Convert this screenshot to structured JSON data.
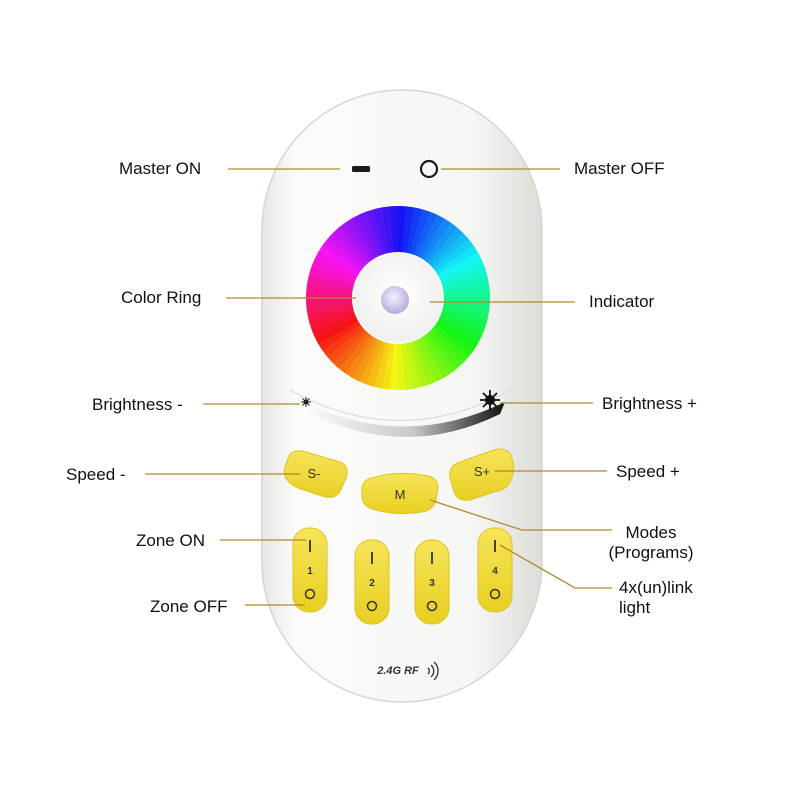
{
  "labels": {
    "master_on": "Master ON",
    "master_off": "Master OFF",
    "color_ring": "Color Ring",
    "indicator": "Indicator",
    "brightness_minus": "Brightness -",
    "brightness_plus": "Brightness +",
    "speed_minus": "Speed -",
    "speed_plus": "Speed +",
    "modes_line1": "Modes",
    "modes_line2": "(Programs)",
    "zone_on": "Zone ON",
    "zone_off": "Zone OFF",
    "link_line1": "4x(un)link",
    "link_line2": "light"
  },
  "remote": {
    "key_speed_minus": "S-",
    "key_speed_plus": "S+",
    "key_mode": "M",
    "zones": [
      "1",
      "2",
      "3",
      "4"
    ],
    "rf_mark": "2.4G RF"
  },
  "colors": {
    "key_yellow": "#f2dc3a",
    "body_white": "#f7f7f5",
    "leader_line": "#b08a2e"
  }
}
